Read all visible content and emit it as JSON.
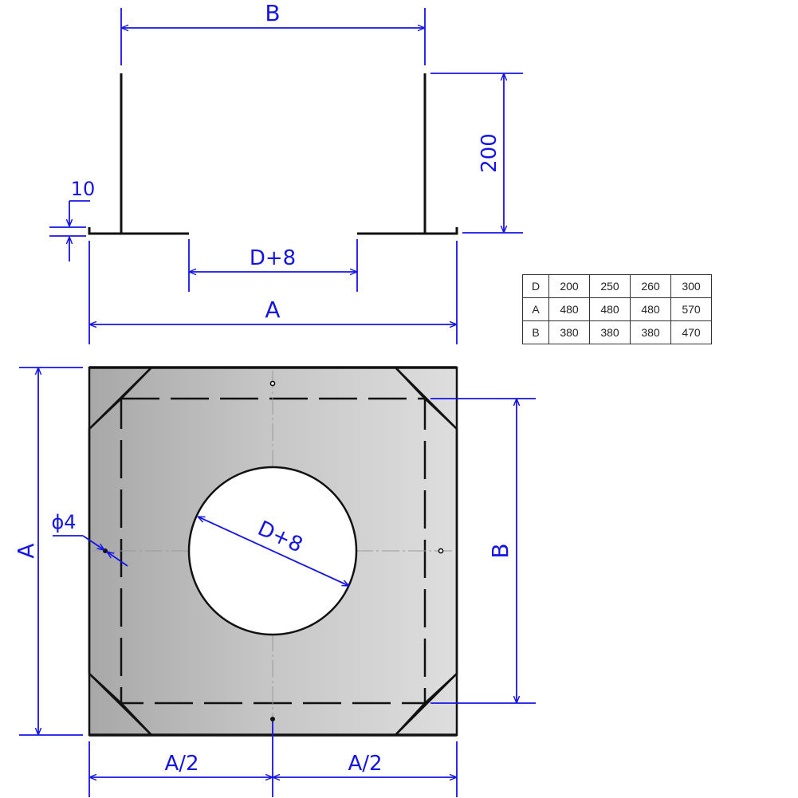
{
  "dimensions": {
    "top_width": "B",
    "flange_height": "200",
    "flange_thickness": "10",
    "hole_top": "D+8",
    "plate_width_top": "A",
    "plate_height": "A",
    "hole_diameter": "D+8",
    "mount_hole": "ϕ4",
    "flange_span": "B",
    "half_left": "A/2",
    "half_right": "A/2"
  },
  "table": {
    "rows": [
      {
        "key": "D",
        "values": [
          "200",
          "250",
          "260",
          "300"
        ]
      },
      {
        "key": "A",
        "values": [
          "480",
          "480",
          "480",
          "570"
        ]
      },
      {
        "key": "B",
        "values": [
          "380",
          "380",
          "380",
          "470"
        ]
      }
    ]
  },
  "colors": {
    "dimension": "#1414e6",
    "outline": "#111111",
    "plate_light": "#dcdcdc",
    "plate_dark": "#a8a8a8"
  }
}
